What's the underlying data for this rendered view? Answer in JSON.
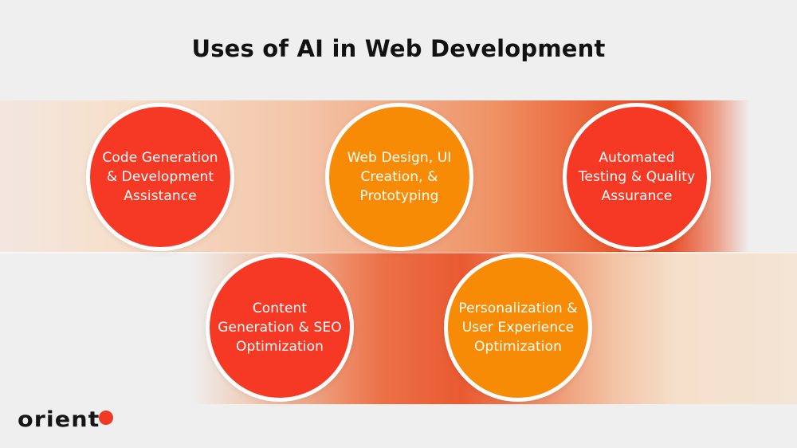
{
  "title": "Uses of AI in Web Development",
  "colors": {
    "background": "#EFEFEF",
    "red_circle": "#F53924",
    "orange_circle": "#F88B06",
    "band_peak_orange": "#E84B25",
    "band_light_peach": "#F4E4D5"
  },
  "circles": [
    {
      "name": "code-generation-assistance",
      "color": "#F53924",
      "color_name": "red",
      "text": "Code Generation\n& Development\nAssistance"
    },
    {
      "name": "web-design-ui-prototyping",
      "color": "#F88B06",
      "color_name": "orange",
      "text": "Web Design, UI\nCreation, &\nPrototyping"
    },
    {
      "name": "automated-testing-qa",
      "color": "#F53924",
      "color_name": "red",
      "text": "Automated\nTesting & Quality\nAssurance"
    },
    {
      "name": "content-generation-seo",
      "color": "#F53924",
      "color_name": "red",
      "text": "Content\nGeneration & SEO\nOptimization"
    },
    {
      "name": "personalization-ux",
      "color": "#F88B06",
      "color_name": "orange",
      "text": "Personalization &\nUser Experience\nOptimization"
    }
  ],
  "logo": {
    "text": "orient",
    "dot_color": "#F13A26"
  }
}
